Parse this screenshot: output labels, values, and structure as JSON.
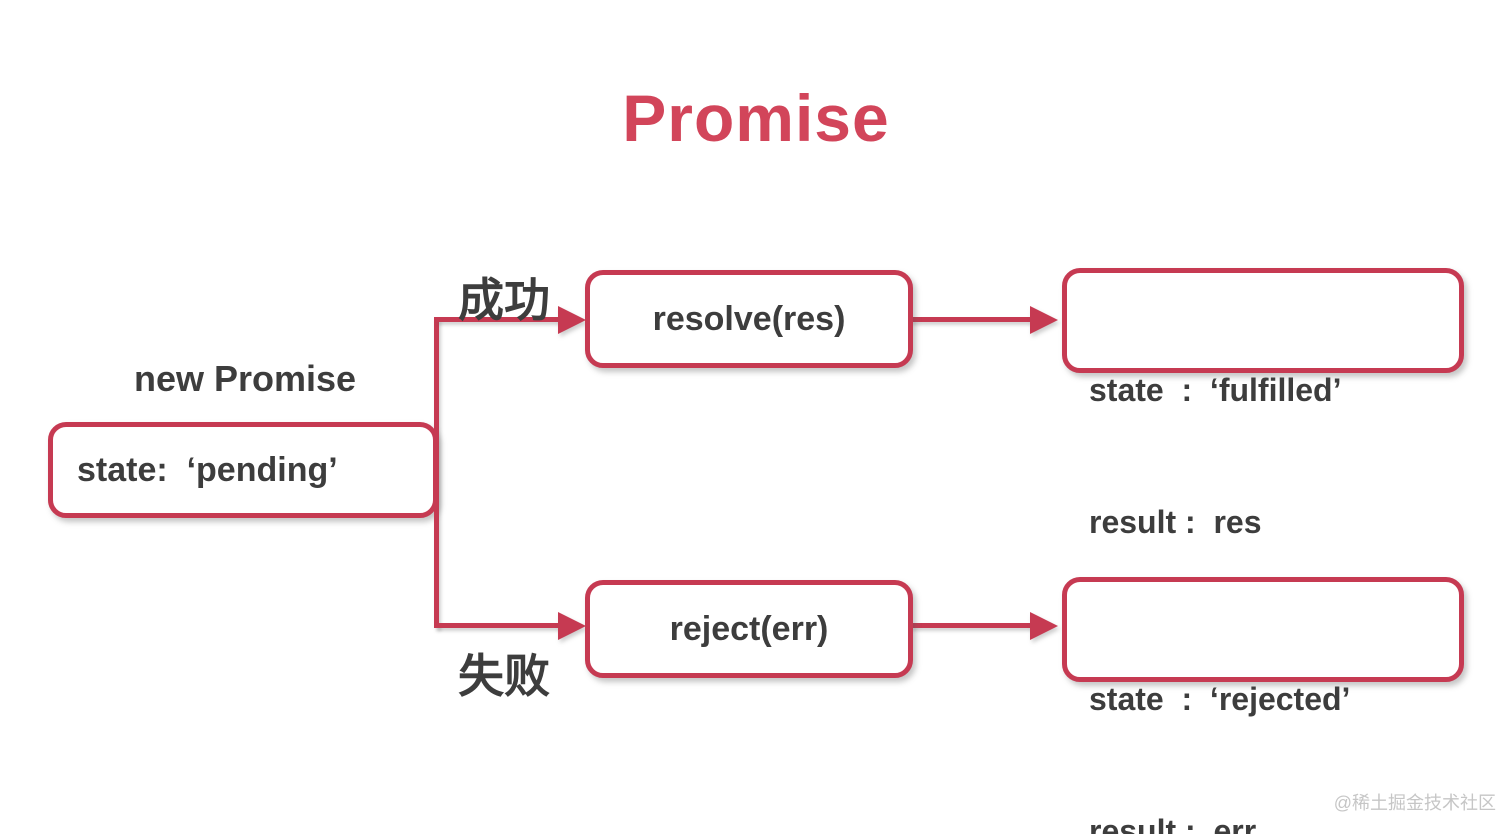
{
  "title": {
    "text": "Promise",
    "color": "#d2455a"
  },
  "colors": {
    "line": "#c63a52",
    "dark_text": "#3d3d3d",
    "watermark": "#c6c6c6",
    "background": "#ffffff"
  },
  "nodes": {
    "new_promise_label": "new Promise",
    "pending_text": "state:  ‘pending’",
    "resolve_text": "resolve(res)",
    "reject_text": "reject(err)",
    "fulfilled_line1": "state  :  ‘fulfilled’",
    "fulfilled_line2": "result :  res",
    "rejected_line1": "state  :  ‘rejected’",
    "rejected_line2": "result :  err"
  },
  "edges": {
    "success_label": "成功",
    "failure_label": "失败"
  },
  "watermark": "@稀土掘金技术社区"
}
